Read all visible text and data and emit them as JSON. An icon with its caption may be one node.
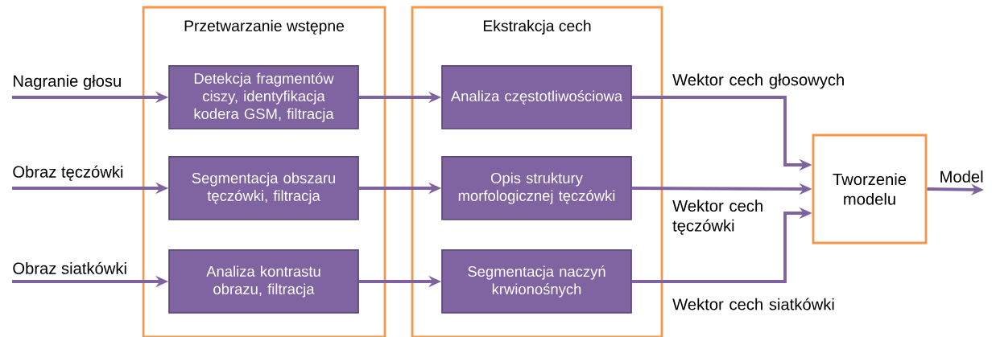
{
  "diagram": {
    "nodes": [
      {
        "text": [
          "Nagranie głosu"
        ]
      },
      {
        "text": [
          "Obraz tęczówki"
        ]
      },
      {
        "text": [
          "Obraz siatkówki"
        ]
      },
      {
        "text": [
          "Przetwarzanie wstępne"
        ]
      },
      {
        "text": [
          "Detekcja fragmentów ciszy, identyfikacja kodera GSM, filtracja"
        ],
        "in": 3
      },
      {
        "text": [
          "Segmentacja obszaru tęczówki, filtracja"
        ],
        "in": 3
      },
      {
        "text": [
          "Analiza kontrastu obrazu, filtracja"
        ],
        "in": 3
      },
      {
        "text": [
          "Ekstrakcja cech"
        ]
      },
      {
        "text": [
          "Analiza częstotliwościowa"
        ],
        "in": 7
      },
      {
        "text": [
          "Opis struktury morfologicznej tęczówki"
        ],
        "in": 7
      },
      {
        "text": [
          "Segmentacja naczyń krwionośnych"
        ],
        "in": 7
      },
      {
        "text": [
          "Tworzenie modelu"
        ]
      },
      {
        "text": [
          "Model"
        ]
      }
    ],
    "edges": [
      {
        "from": 0,
        "to": 4,
        "arrow": "to"
      },
      {
        "from": 1,
        "to": 5,
        "arrow": "to"
      },
      {
        "from": 2,
        "to": 6,
        "arrow": "to"
      },
      {
        "from": 4,
        "to": 8,
        "arrow": "to"
      },
      {
        "from": 5,
        "to": 9,
        "arrow": "to"
      },
      {
        "from": 6,
        "to": 10,
        "arrow": "to"
      },
      {
        "from": 8,
        "to": 11,
        "label": "Wektor cech głosowych",
        "arrow": "to"
      },
      {
        "from": 9,
        "to": 11,
        "label": "Wektor cech tęczówki",
        "arrow": "to"
      },
      {
        "from": 10,
        "to": 11,
        "label": "Wektor cech siatkówki",
        "arrow": "to"
      },
      {
        "from": 11,
        "to": 12,
        "arrow": "to"
      }
    ]
  }
}
